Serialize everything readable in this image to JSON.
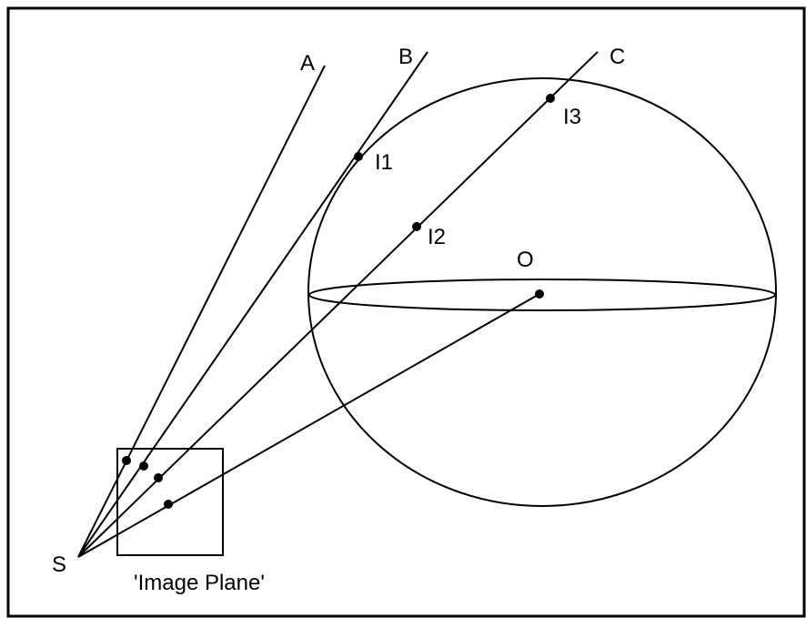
{
  "labels": {
    "ray_a": "A",
    "ray_b": "B",
    "ray_c": "C",
    "intersection_1": "I1",
    "intersection_2": "I2",
    "intersection_3": "I3",
    "center": "O",
    "source": "S",
    "image_plane": "'Image Plane'"
  },
  "colors": {
    "stroke": "#000000",
    "background": "#ffffff"
  }
}
